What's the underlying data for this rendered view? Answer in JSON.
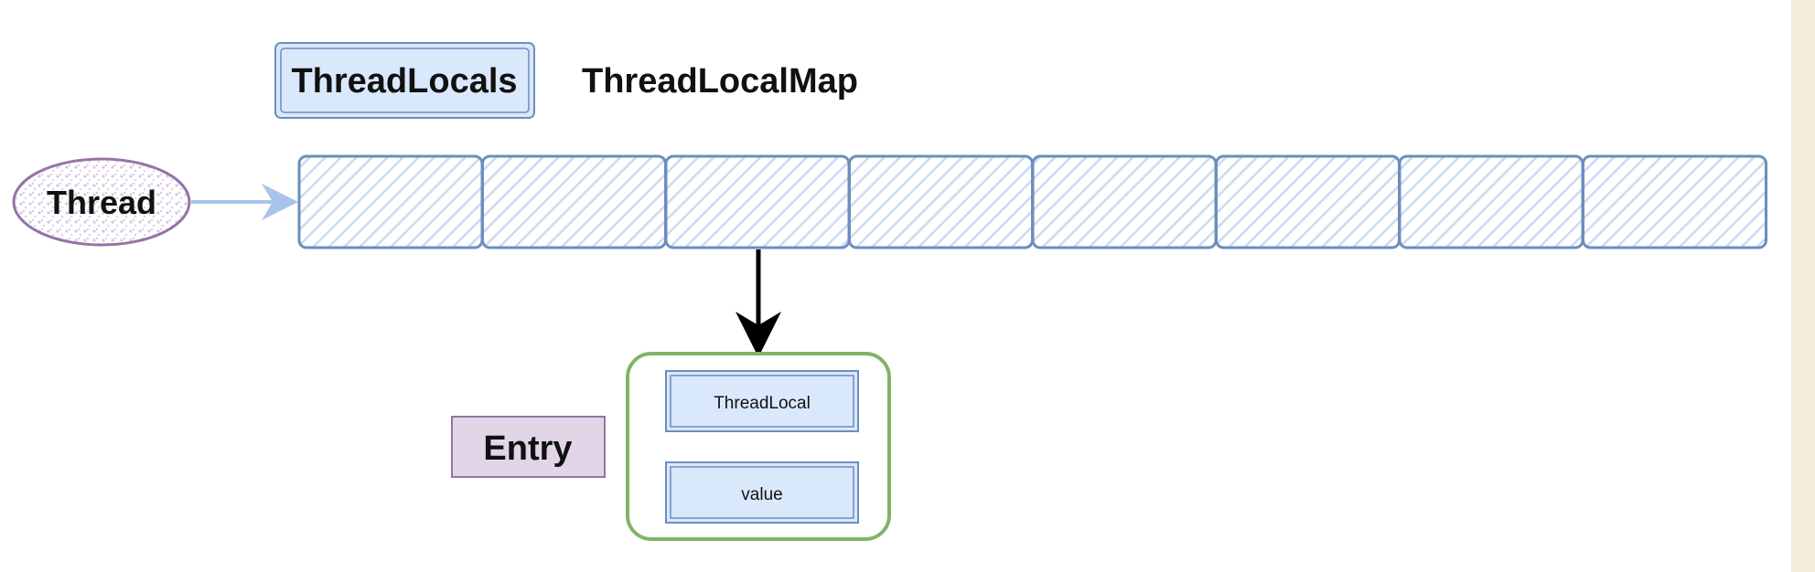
{
  "labels": {
    "threadlocals": "ThreadLocals",
    "map_title": "ThreadLocalMap",
    "thread": "Thread",
    "entry": "Entry",
    "entry_key": "ThreadLocal",
    "entry_value": "value"
  },
  "map_slot_count": 8,
  "colors": {
    "slot_stroke": "#6c8ebf",
    "slot_hatch": "#dae8fc",
    "box_fill": "#dae8fc",
    "thread_stroke": "#9673a6",
    "thread_dots": "#e1d5e7",
    "entry_fill": "#e1d5e7",
    "entry_group_stroke": "#82b366",
    "arrow_light": "#a9c4eb",
    "arrow_dark": "#000000",
    "page_edge": "#f3ecdc"
  }
}
